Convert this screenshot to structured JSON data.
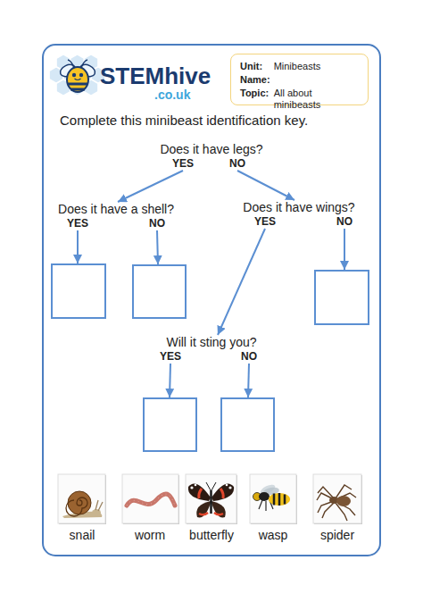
{
  "diagram": {
    "title": "Complete this minibeast identification key.",
    "nodes": [
      {
        "text": [
          "Unit:",
          "Minibeasts",
          "Name:",
          "Topic:",
          "All about minibeasts"
        ]
      },
      {
        "text": [
          "Does it have legs?"
        ]
      },
      {
        "text": [
          "Does it have a shell?"
        ]
      },
      {
        "text": [
          "Does it have wings?"
        ]
      },
      {
        "text": []
      },
      {
        "text": []
      },
      {
        "text": []
      },
      {
        "text": [
          "Will it sting you?"
        ]
      },
      {
        "text": []
      },
      {
        "text": []
      }
    ],
    "edges": [
      {
        "from": 1,
        "to": 2,
        "label": "YES",
        "arrow": "to"
      },
      {
        "from": 1,
        "to": 3,
        "label": "NO",
        "arrow": "to"
      },
      {
        "from": 2,
        "to": 4,
        "label": "YES",
        "arrow": "to"
      },
      {
        "from": 2,
        "to": 5,
        "label": "NO",
        "arrow": "to"
      },
      {
        "from": 3,
        "to": 7,
        "label": "YES",
        "arrow": "to"
      },
      {
        "from": 3,
        "to": 6,
        "label": "NO",
        "arrow": "to"
      },
      {
        "from": 7,
        "to": 8,
        "label": "YES",
        "arrow": "to"
      },
      {
        "from": 7,
        "to": 9,
        "label": "NO",
        "arrow": "to"
      }
    ],
    "labels": [
      "STEMhive",
      ".co.uk",
      "snail",
      "worm",
      "butterfly",
      "wasp",
      "spider"
    ]
  }
}
